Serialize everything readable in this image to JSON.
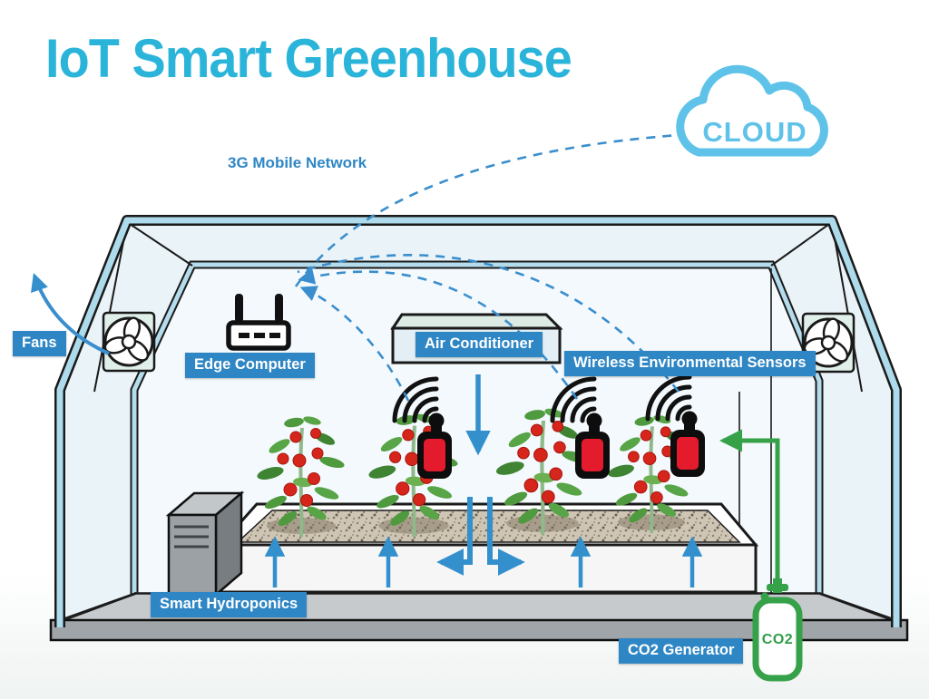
{
  "title": "IoT Smart Greenhouse",
  "cloud": {
    "label": "CLOUD"
  },
  "network": {
    "label": "3G Mobile Network"
  },
  "labels": {
    "fans": "Fans",
    "edge_computer": "Edge Computer",
    "air_conditioner": "Air Conditioner",
    "wireless_sensors": "Wireless Environmental Sensors",
    "smart_hydroponics": "Smart Hydroponics",
    "co2_generator": "CO2 Generator",
    "co2_tank": "CO2"
  },
  "colors": {
    "title_cyan": "#2bb4d9",
    "label_blue": "#2e86c4",
    "cloud_blue": "#5fc2e9",
    "arrow_blue": "#3390cc",
    "dashed_link_blue": "#3a8ecd",
    "beam_light_blue": "#aedbeb",
    "co2_green": "#35a148",
    "sensor_red": "#e41b2c",
    "soil_tan": "#cfc5b4",
    "floor_gray": "#9fa5a8"
  },
  "icons": {
    "cloud": "cloud-icon",
    "fan": "fan-icon",
    "router": "router-icon",
    "wifi": "wifi-signal-icon",
    "sensor": "sensor-icon",
    "co2_tank": "co2-tank-icon",
    "plant": "tomato-plant-icon",
    "arrows": [
      "fan-exhaust-arrow",
      "ac-downdraft-arrow",
      "airflow-left-arrow",
      "airflow-right-arrow",
      "nutrient-up-arrow",
      "co2-flow-arrow"
    ]
  }
}
